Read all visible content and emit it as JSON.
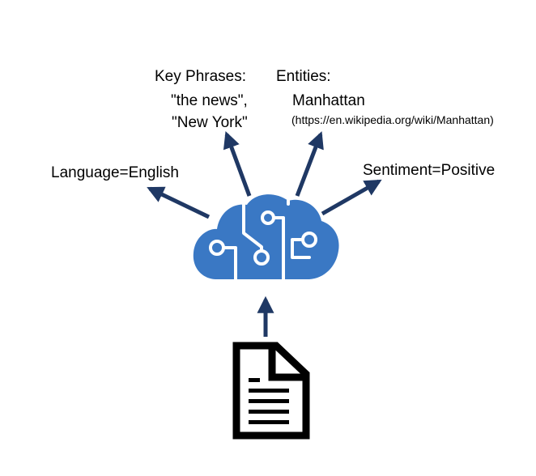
{
  "labels": {
    "key_phrases_title": "Key Phrases:",
    "key_phrase_1": "\"the news\",",
    "key_phrase_2": "\"New York\"",
    "entities_title": "Entities:",
    "entity_name": "Manhattan",
    "entity_link": "(https://en.wikipedia.org/wiki/Manhattan)",
    "language": "Language=English",
    "sentiment": "Sentiment=Positive"
  },
  "colors": {
    "arrow": "#1f3864",
    "cloud": "#3a78c4",
    "circuit": "#ffffff",
    "document": "#000000"
  },
  "icons": {
    "cloud": "brain-cloud-icon",
    "document": "document-icon"
  }
}
